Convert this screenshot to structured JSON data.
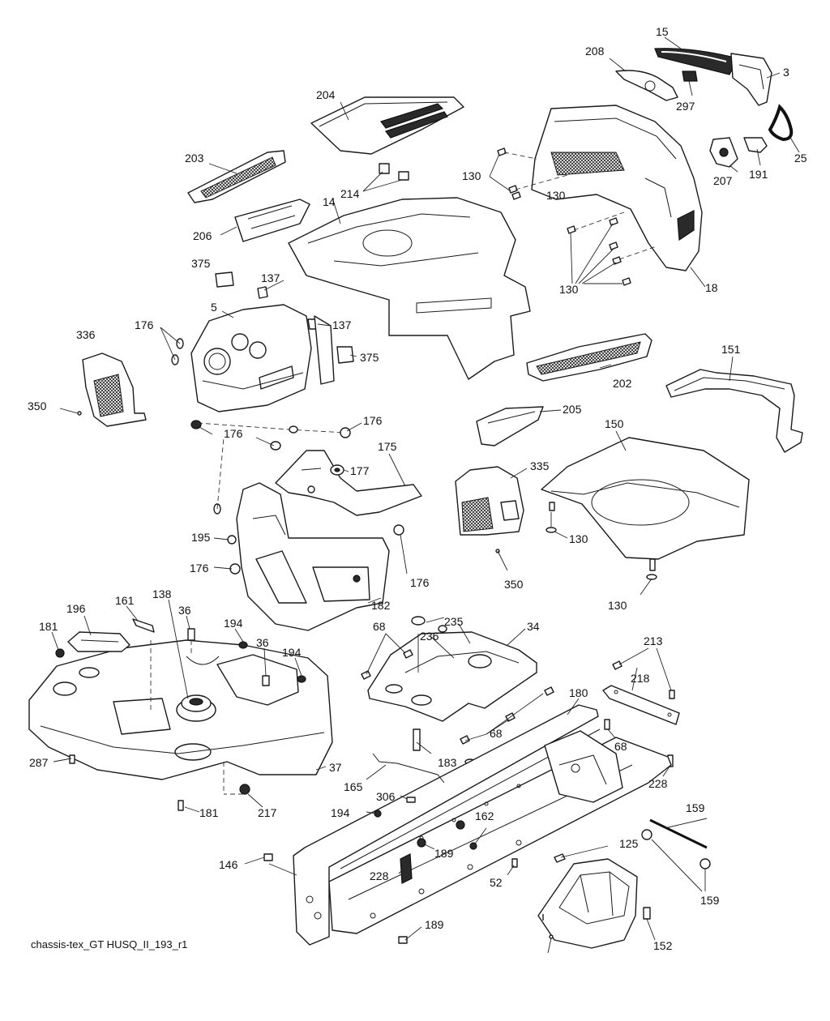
{
  "callouts": [
    "15",
    "208",
    "3",
    "297",
    "204",
    "25",
    "191",
    "207",
    "203",
    "130",
    "214",
    "14",
    "130",
    "206",
    "375",
    "137",
    "5",
    "137",
    "18",
    "130",
    "336",
    "176",
    "375",
    "202",
    "151",
    "350",
    "176",
    "205",
    "176",
    "150",
    "175",
    "177",
    "335",
    "130",
    "195",
    "176",
    "176",
    "182",
    "350",
    "130",
    "196",
    "161",
    "138",
    "36",
    "194",
    "181",
    "36",
    "194",
    "68",
    "235",
    "236",
    "34",
    "213",
    "218",
    "180",
    "68",
    "68",
    "287",
    "183",
    "37",
    "165",
    "228",
    "306",
    "194",
    "162",
    "181",
    "217",
    "159",
    "146",
    "189",
    "125",
    "228",
    "52",
    "159",
    "189",
    "152"
  ],
  "footer": "chassis-tex_GT HUSQ_II_193_r1"
}
